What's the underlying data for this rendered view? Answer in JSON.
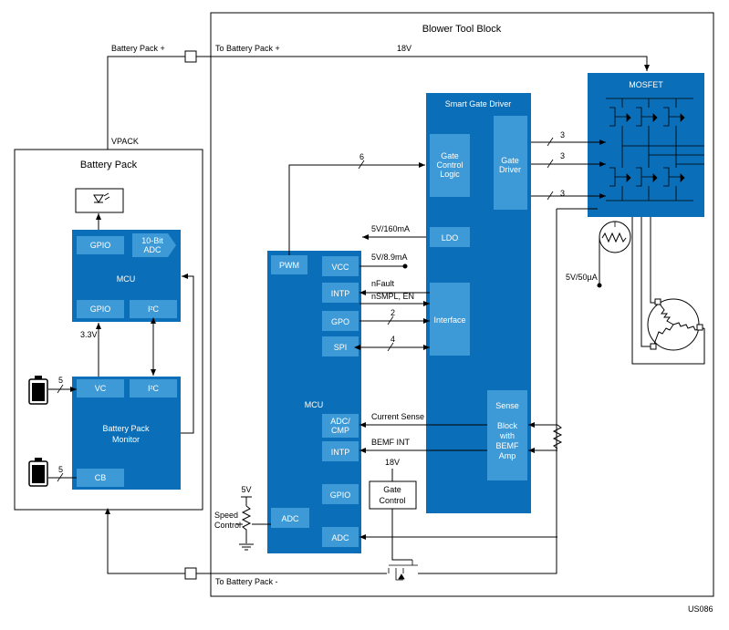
{
  "blower_block": {
    "title": "Blower Tool Block"
  },
  "battery_block": {
    "title": "Battery Pack"
  },
  "top_wire": {
    "left_label": "Battery Pack +",
    "right_label": "To Battery Pack +",
    "voltage": "18V"
  },
  "bottom_wire": {
    "label": "To Battery Pack -"
  },
  "vpack_label": "VPACK",
  "bp_mcu": {
    "title": "MCU",
    "gpio_top": "GPIO",
    "adc_line1": "10-Bit",
    "adc_line2": "ADC",
    "gpio_bottom": "GPIO",
    "i2c": "I²C"
  },
  "bp_monitor": {
    "title_line1": "Battery Pack",
    "title_line2": "Monitor",
    "vc": "VC",
    "i2c": "I²C",
    "cb": "CB"
  },
  "bp_labels": {
    "v33": "3.3V",
    "vc_count": "5",
    "cb_count": "5"
  },
  "gate_driver": {
    "title": "Smart Gate Driver",
    "gcl_line1": "Gate",
    "gcl_line2": "Control",
    "gcl_line3": "Logic",
    "gd_line1": "Gate",
    "gd_line2": "Driver",
    "ldo": "LDO",
    "interface": "Interface",
    "sense_lines": [
      "Sense",
      "Block",
      "with",
      "BEMF",
      "Amp"
    ]
  },
  "mosfet": {
    "title": "MOSFET"
  },
  "main_mcu": {
    "title": "MCU",
    "pwm": "PWM",
    "vcc": "VCC",
    "intp": "INTP",
    "gpo": "GPO",
    "spi": "SPI",
    "adc_cmp_line1": "ADC/",
    "adc_cmp_line2": "CMP",
    "intp2": "INTP",
    "gpio": "GPIO",
    "adc_left": "ADC",
    "adc_bottom": "ADC"
  },
  "signals": {
    "pwm_count": "6",
    "ldo_out": "5V/160mA",
    "vcc_in": "5V/8.9mA",
    "nfault": "nFault",
    "nsmpl": "nSMPL, EN",
    "gpo_count": "2",
    "spi_count": "4",
    "current_sense": "Current Sense",
    "bemf_int": "BEMF INT",
    "gate_18v": "18V",
    "gate_control_line1": "Gate",
    "gate_control_line2": "Control",
    "speed_line1": "Speed",
    "speed_line2": "Control",
    "v5": "5V",
    "v5_50ua": "5V/50µA",
    "phase_count_a": "3",
    "phase_count_b": "3",
    "phase_count_c": "3",
    "thermistor": "T"
  },
  "doc_id": "US086"
}
